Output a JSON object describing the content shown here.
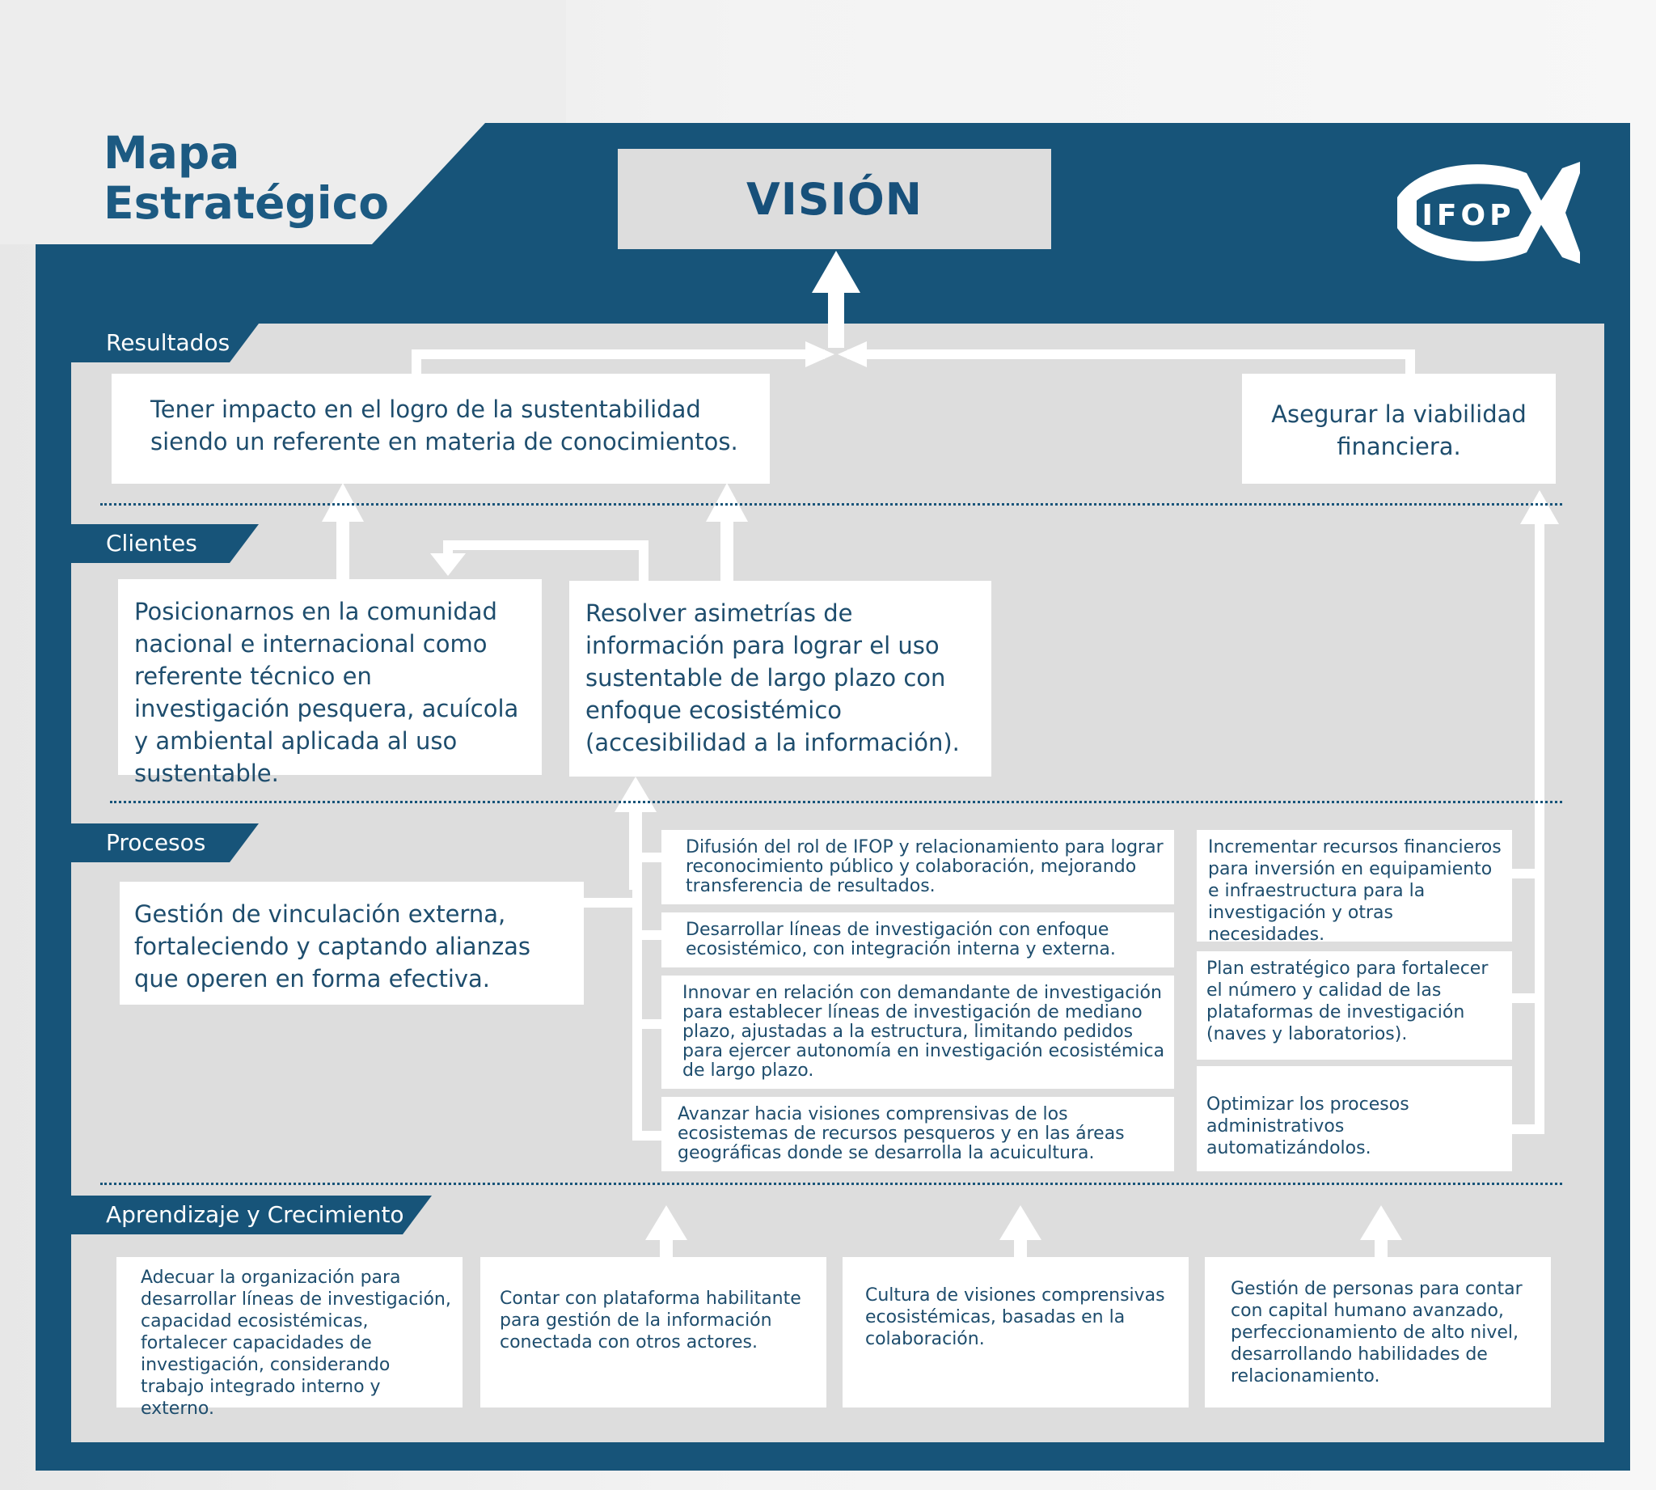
{
  "header": {
    "title_line1": "Mapa",
    "title_line2": "Estratégico",
    "vision": "VISIÓN",
    "logo_text": "IFOP"
  },
  "sections": {
    "resultados": "Resultados",
    "clientes": "Clientes",
    "procesos": "Procesos",
    "aprendizaje": "Aprendizaje y Crecimiento"
  },
  "resultados": {
    "impacto": "Tener impacto en el logro de la sustentabilidad siendo un referente en materia de conocimientos.",
    "viabilidad": "Asegurar la viabilidad financiera."
  },
  "clientes": {
    "posicionarnos": "Posicionarnos en la comunidad nacional e internacional como referente técnico en investigación pesquera, acuícola y ambiental aplicada al uso sustentable.",
    "asimetrias": "Resolver asimetrías de información para lograr el uso sustentable de largo plazo con enfoque ecosistémico (accesibilidad a la información)."
  },
  "procesos": {
    "vinculacion": "Gestión de vinculación externa, fortaleciendo y captando alianzas que operen en forma efectiva.",
    "difusion": "Difusión del rol de IFOP y relacionamiento para lograr reconocimiento público y colaboración, mejorando transferencia de resultados.",
    "lineas": "Desarrollar líneas de investigación con enfoque ecosistémico, con integración interna y externa.",
    "innovar": "Innovar en relación con demandante de investigación para establecer líneas de investigación de mediano plazo, ajustadas a la estructura, limitando pedidos para ejercer autonomía en investigación ecosistémica de largo plazo.",
    "avanzar": "Avanzar hacia visiones comprensivas de los ecosistemas de recursos pesqueros y en las áreas geográficas donde se desarrolla la acuicultura.",
    "recursos": "Incrementar recursos financieros para inversión en equipamiento e infraestructura para la investigación y otras necesidades.",
    "plan": "Plan estratégico para fortalecer el número y calidad de las plataformas de investigación (naves y laboratorios).",
    "optimizar": "Optimizar los procesos administrativos automatizándolos."
  },
  "aprendizaje": {
    "adecuar": "Adecuar la organización para desarrollar líneas de investigación, capacidad ecosistémicas, fortalecer capacidades de investigación, considerando trabajo integrado interno y externo.",
    "plataforma": "Contar con plataforma habilitante para gestión de la información conectada con otros actores.",
    "cultura": "Cultura de visiones comprensivas ecosistémicas, basadas en la colaboración.",
    "personas": "Gestión de personas para contar con capital humano avanzado, perfeccionamiento de alto nivel, desarrollando habilidades de relacionamiento."
  },
  "colors": {
    "primary": "#175479",
    "panel": "#dddddd",
    "box": "#ffffff",
    "text": "#1e4d6d"
  }
}
